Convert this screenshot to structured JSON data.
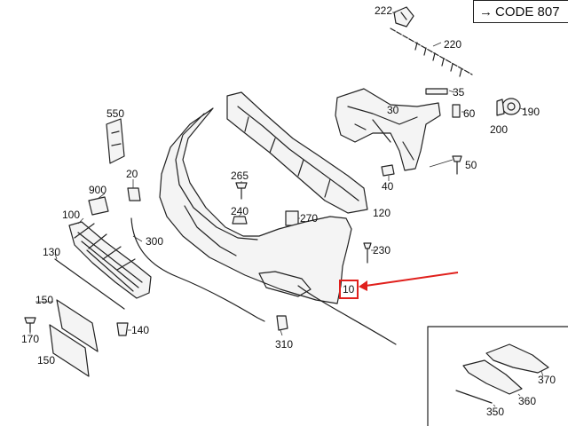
{
  "code_box": {
    "arrow": "→",
    "text": "CODE 807"
  },
  "labels": {
    "p222": "222",
    "p220": "220",
    "p35": "35",
    "p60": "60",
    "p190": "190",
    "p200": "200",
    "p30": "30",
    "p550": "550",
    "p50": "50",
    "p40": "40",
    "p20": "20",
    "p265": "265",
    "p900": "900",
    "p240": "240",
    "p270": "270",
    "p120": "120",
    "p100": "100",
    "p300": "300",
    "p230": "230",
    "p130": "130",
    "p10": "10",
    "p150a": "150",
    "p140": "140",
    "p170": "170",
    "p310": "310",
    "p150b": "150",
    "p370": "370",
    "p350": "350",
    "p360": "360"
  },
  "colors": {
    "highlight": "#e0201c",
    "line": "#222222"
  }
}
